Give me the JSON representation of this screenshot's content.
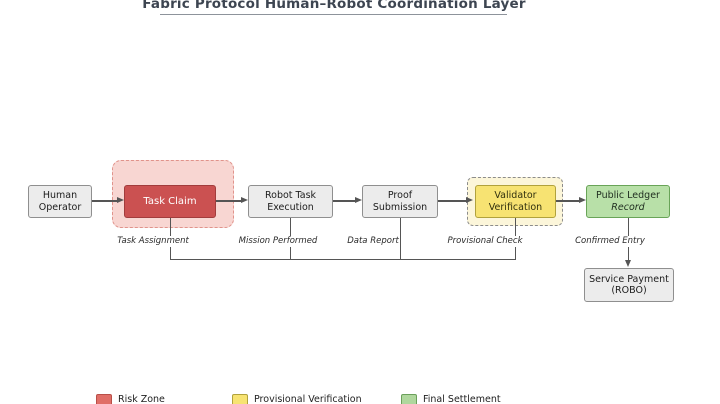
{
  "title": {
    "text": "Fabric Protocol Human–Robot Coordination Layer"
  },
  "nodes": {
    "human_operator": {
      "line1": "Human",
      "line2": "Operator"
    },
    "task_claim": {
      "label": "Task Claim"
    },
    "robot_task_execution": {
      "line1": "Robot Task",
      "line2": "Execution"
    },
    "proof_submission": {
      "line1": "Proof",
      "line2": "Submission"
    },
    "validator_verification": {
      "line1": "Validator",
      "line2": "Verification"
    },
    "public_ledger": {
      "line1": "Public Ledger",
      "line2": "Record"
    },
    "service_payment": {
      "line1": "Service Payment",
      "line2": "(ROBO)"
    }
  },
  "edge_labels": {
    "task_assignment": "Task Assignment",
    "mission_performed": "Mission Performed",
    "data_report": "Data Report",
    "provisional_check": "Provisional Check",
    "confirmed_entry": "Confirmed Entry"
  },
  "legend": {
    "items": [
      {
        "label": "Risk Zone",
        "color": "#e06e67"
      },
      {
        "label": "Provisional Verification",
        "color": "#f7e372"
      },
      {
        "label": "Final Settlement",
        "color": "#afd79d"
      }
    ]
  },
  "colors": {
    "risk_zone_fill": "#f8d6d2",
    "risk_zone_border": "#e0938b",
    "task_claim_fill": "#cb5151",
    "task_claim_border": "#a23c3c",
    "gray_node_fill": "#ececec",
    "gray_node_border": "#8f8f8f",
    "validator_fill": "#f7e372",
    "validator_border": "#b1a23c",
    "provisional_zone_fill": "#fcf6da",
    "ledger_fill": "#b8e0a8",
    "ledger_border": "#69a458",
    "line_color": "#555555",
    "title_color": "#3d4551"
  }
}
